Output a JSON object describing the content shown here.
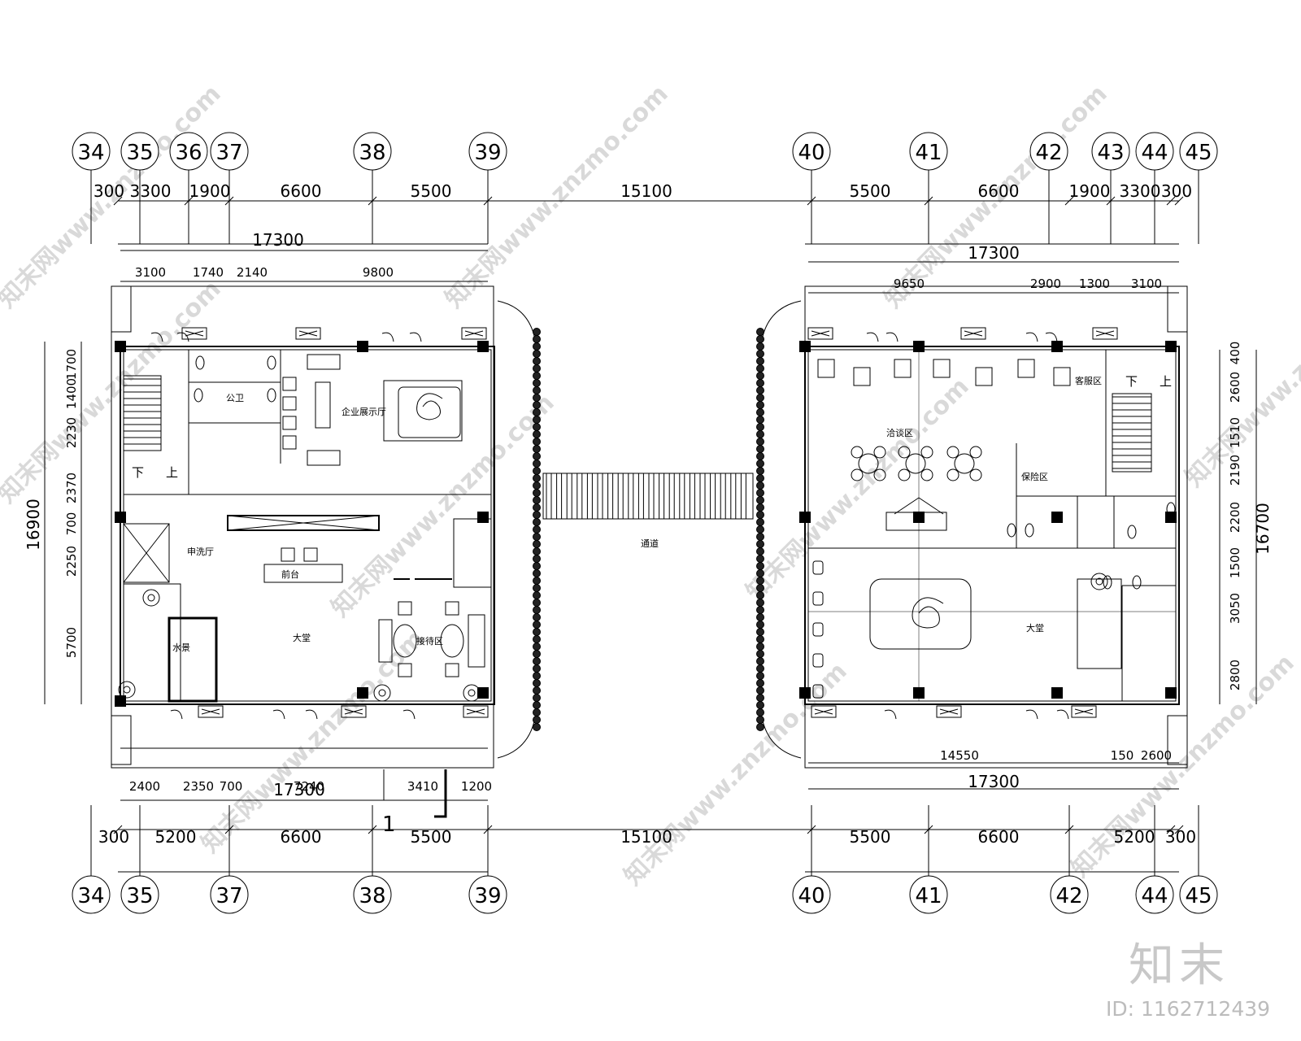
{
  "drawing": {
    "axes_top": [
      "34",
      "35",
      "36",
      "37",
      "38",
      "39",
      "40",
      "41",
      "42",
      "43",
      "44",
      "45"
    ],
    "axes_bottom": [
      "34",
      "35",
      "37",
      "38",
      "39",
      "40",
      "41",
      "42",
      "44",
      "45"
    ],
    "top_dims": [
      "300",
      "3300",
      "1900",
      "6600",
      "5500",
      "15100",
      "5500",
      "6600",
      "1900",
      "3300",
      "300"
    ],
    "bottom_dims": [
      "300",
      "5200",
      "6600",
      "5500",
      "15100",
      "5500",
      "6600",
      "5200",
      "300"
    ],
    "left_bldg": {
      "total_top": "17300",
      "sub_top": [
        "3100",
        "1740",
        "2140",
        "9800"
      ],
      "total_bottom": "17300",
      "sub_bottom": [
        "2400",
        "2350",
        "700",
        "7240",
        "3410",
        "1200"
      ],
      "side_total": "16900",
      "side_dims": [
        "1700",
        "1400",
        "2230",
        "2370",
        "700",
        "2250",
        "5700"
      ],
      "rooms": [
        "公卫",
        "企业展示厅",
        "申洗厅",
        "前台",
        "大堂",
        "接待区",
        "水景"
      ],
      "marks": [
        "下",
        "上"
      ],
      "section_mark": "1"
    },
    "right_bldg": {
      "total_top": "17300",
      "sub_top": [
        "9650",
        "2900",
        "1300",
        "3100"
      ],
      "sub_bottom": [
        "14550",
        "150",
        "2600"
      ],
      "total_bottom": "17300",
      "side_total": "16700",
      "side_dims": [
        "400",
        "2600",
        "1510",
        "2190",
        "2200",
        "1500",
        "3050",
        "2800"
      ],
      "rooms": [
        "洽谈区",
        "大堂",
        "客服区",
        "保险区"
      ],
      "marks": [
        "下",
        "上"
      ]
    },
    "corridor_label": "通道"
  },
  "watermark": {
    "text": "知末网www.znzmo.com",
    "logo": "知末",
    "id_label": "ID: 1162712439"
  }
}
